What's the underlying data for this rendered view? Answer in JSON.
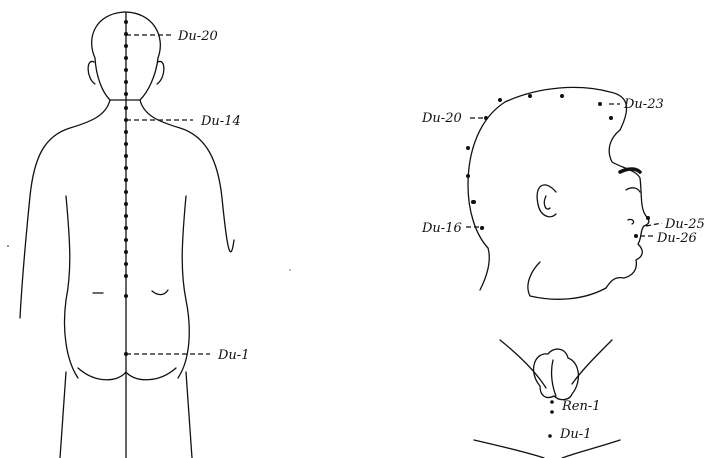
{
  "back_view": {
    "labels": {
      "du20": "Du-20",
      "du14": "Du-14",
      "du1": "Du-1"
    }
  },
  "head_view": {
    "labels": {
      "du20": "Du-20",
      "du23": "Du-23",
      "du16": "Du-16",
      "du25": "Du-25",
      "du26": "Du-26"
    }
  },
  "perineum_view": {
    "labels": {
      "ren1": "Ren-1",
      "du1": "Du-1"
    }
  },
  "colors": {
    "line": "#111111",
    "background": "#ffffff"
  }
}
